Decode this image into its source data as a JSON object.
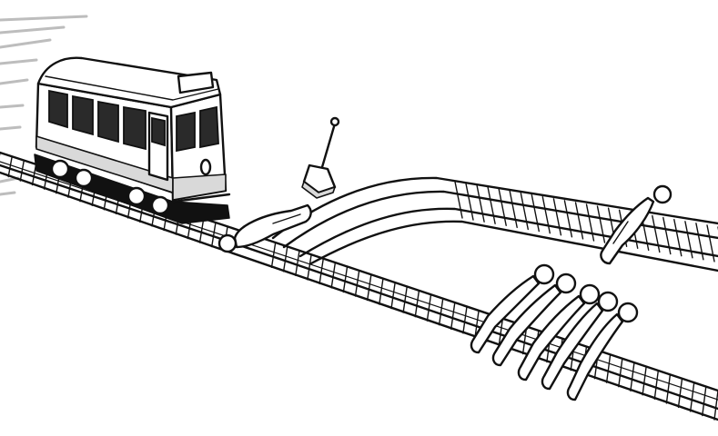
{
  "scene": {
    "subject": "trolley-problem-illustration",
    "style": "black ink line drawing on white background",
    "colors": {
      "ink": "#111111",
      "paper": "#ffffff",
      "shading": "#d9d9d9"
    },
    "elements": [
      {
        "name": "trolley",
        "role": "tram moving toward the junction"
      },
      {
        "name": "lever",
        "role": "track switch lever"
      },
      {
        "name": "main-track",
        "role": "track the trolley is on"
      },
      {
        "name": "branch-track",
        "role": "diverging track"
      },
      {
        "name": "person-at-junction",
        "count": 1
      },
      {
        "name": "person-on-branch",
        "count": 1
      },
      {
        "name": "group-on-main-track",
        "count": 5
      }
    ]
  }
}
